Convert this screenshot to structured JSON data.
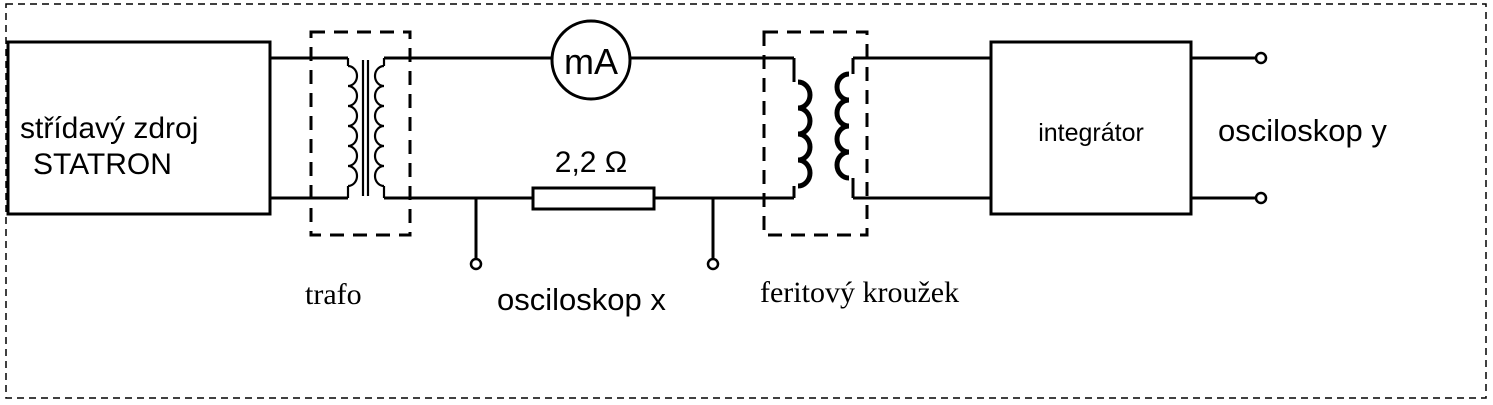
{
  "source": {
    "line1": "střídavý zdroj",
    "line2": "STATRON"
  },
  "meter": {
    "label": "mA"
  },
  "resistor": {
    "label": "2,2 Ω"
  },
  "trafo": {
    "label": "trafo"
  },
  "ferrite": {
    "label": "feritový kroužek"
  },
  "integrator": {
    "label": "integrátor"
  },
  "scope_x": {
    "label": "osciloskop x"
  },
  "scope_y": {
    "label": "osciloskop y"
  }
}
